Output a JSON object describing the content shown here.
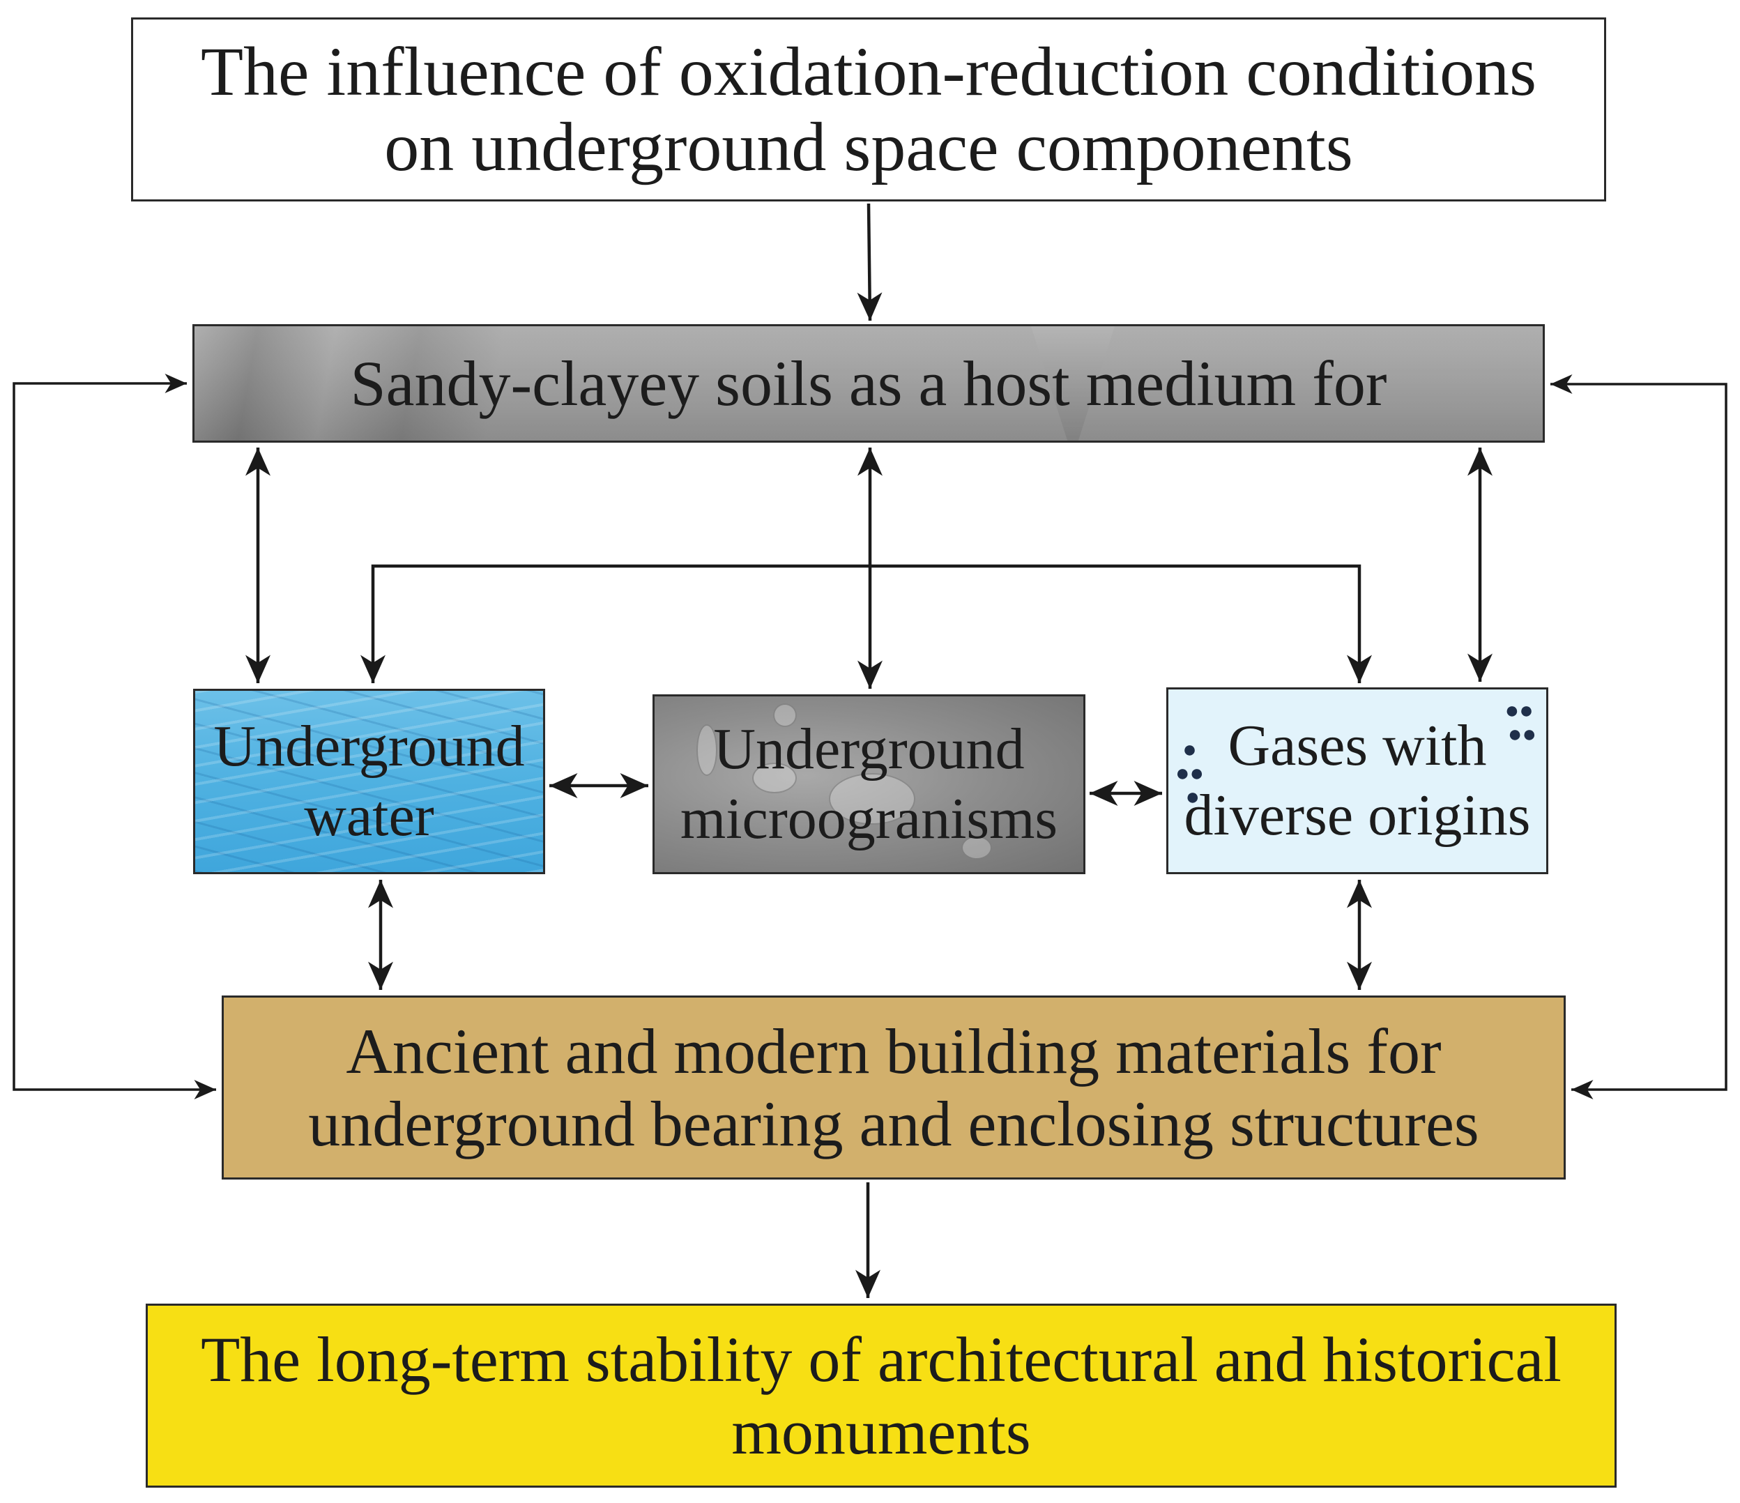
{
  "diagram": {
    "nodes": {
      "top": {
        "lines": [
          "The influence of oxidation-reduction conditions",
          "on underground space components"
        ]
      },
      "soil": {
        "lines": [
          "Sandy-clayey soils as a host medium for"
        ]
      },
      "water": {
        "lines": [
          "Underground",
          "water"
        ]
      },
      "micro": {
        "lines": [
          "Underground",
          "microogranisms"
        ]
      },
      "gas": {
        "lines": [
          "Gases with",
          "diverse origins"
        ],
        "icon": "gas-bubbles-icon"
      },
      "build": {
        "lines": [
          "Ancient and modern building materials for",
          "underground bearing and enclosing structures"
        ]
      },
      "final": {
        "lines": [
          "The long-term stability of architectural and historical",
          "monuments"
        ]
      }
    },
    "colors": {
      "top": "#ffffff",
      "soil": "#8f8f8f",
      "water": "#4fb1e1",
      "micro": "#8e8e8e",
      "gas": "#e2f3fb",
      "build": "#d2b06c",
      "final": "#f7df14",
      "arrow": "#1a1a1a"
    },
    "edges": [
      {
        "from": "top",
        "to": "soil",
        "direction": "one-way"
      },
      {
        "from": "soil",
        "to": "water",
        "direction": "two-way"
      },
      {
        "from": "soil",
        "to": "micro",
        "direction": "two-way"
      },
      {
        "from": "soil",
        "to": "gas",
        "direction": "two-way"
      },
      {
        "from": "water",
        "to": "gas",
        "direction": "two-way"
      },
      {
        "from": "water",
        "to": "micro",
        "direction": "two-way"
      },
      {
        "from": "micro",
        "to": "gas",
        "direction": "two-way"
      },
      {
        "from": "water",
        "to": "build",
        "direction": "two-way"
      },
      {
        "from": "gas",
        "to": "build",
        "direction": "two-way"
      },
      {
        "from": "soil",
        "to": "build",
        "direction": "two-way",
        "route": "left"
      },
      {
        "from": "soil",
        "to": "build",
        "direction": "two-way",
        "route": "right"
      },
      {
        "from": "build",
        "to": "final",
        "direction": "one-way"
      }
    ]
  }
}
